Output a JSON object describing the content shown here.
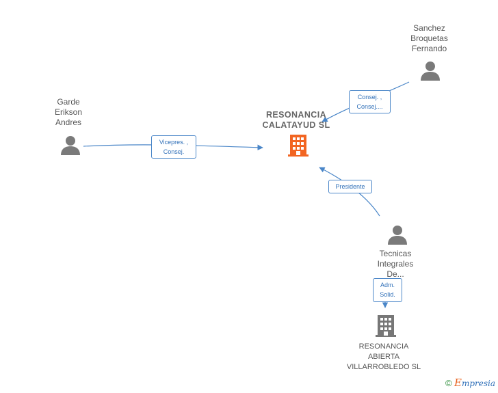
{
  "nodes": {
    "main_company": {
      "lines": [
        "RESONANCIA",
        "CALATAYUD SL"
      ],
      "icon": "building-icon",
      "color": "#f26522"
    },
    "person_garde": {
      "lines": [
        "Garde",
        "Erikson",
        "Andres"
      ],
      "icon": "person-icon"
    },
    "person_sanchez": {
      "lines": [
        "Sanchez",
        "Broquetas",
        "Fernando"
      ],
      "icon": "person-icon"
    },
    "person_tecnicas": {
      "lines": [
        "Tecnicas",
        "Integrales",
        "De..."
      ],
      "icon": "person-icon"
    },
    "sub_company": {
      "lines": [
        "RESONANCIA",
        "ABIERTA",
        "VILLARROBLEDO SL"
      ],
      "icon": "building-icon",
      "color": "#777777"
    }
  },
  "edges": {
    "garde_to_main": {
      "lines": [
        "Vicepres. ,",
        "Consej."
      ]
    },
    "sanchez_to_main": {
      "lines": [
        "Consej. ,",
        "Consej...."
      ]
    },
    "tecnicas_to_main": {
      "lines": [
        "Presidente"
      ]
    },
    "tecnicas_to_sub": {
      "lines": [
        "Adm.",
        "Solid."
      ]
    }
  },
  "colors": {
    "edge": "#4a86c8",
    "person": "#7a7a7a"
  },
  "brand": {
    "copyright": "©",
    "initial": "E",
    "rest": "mpresia"
  }
}
